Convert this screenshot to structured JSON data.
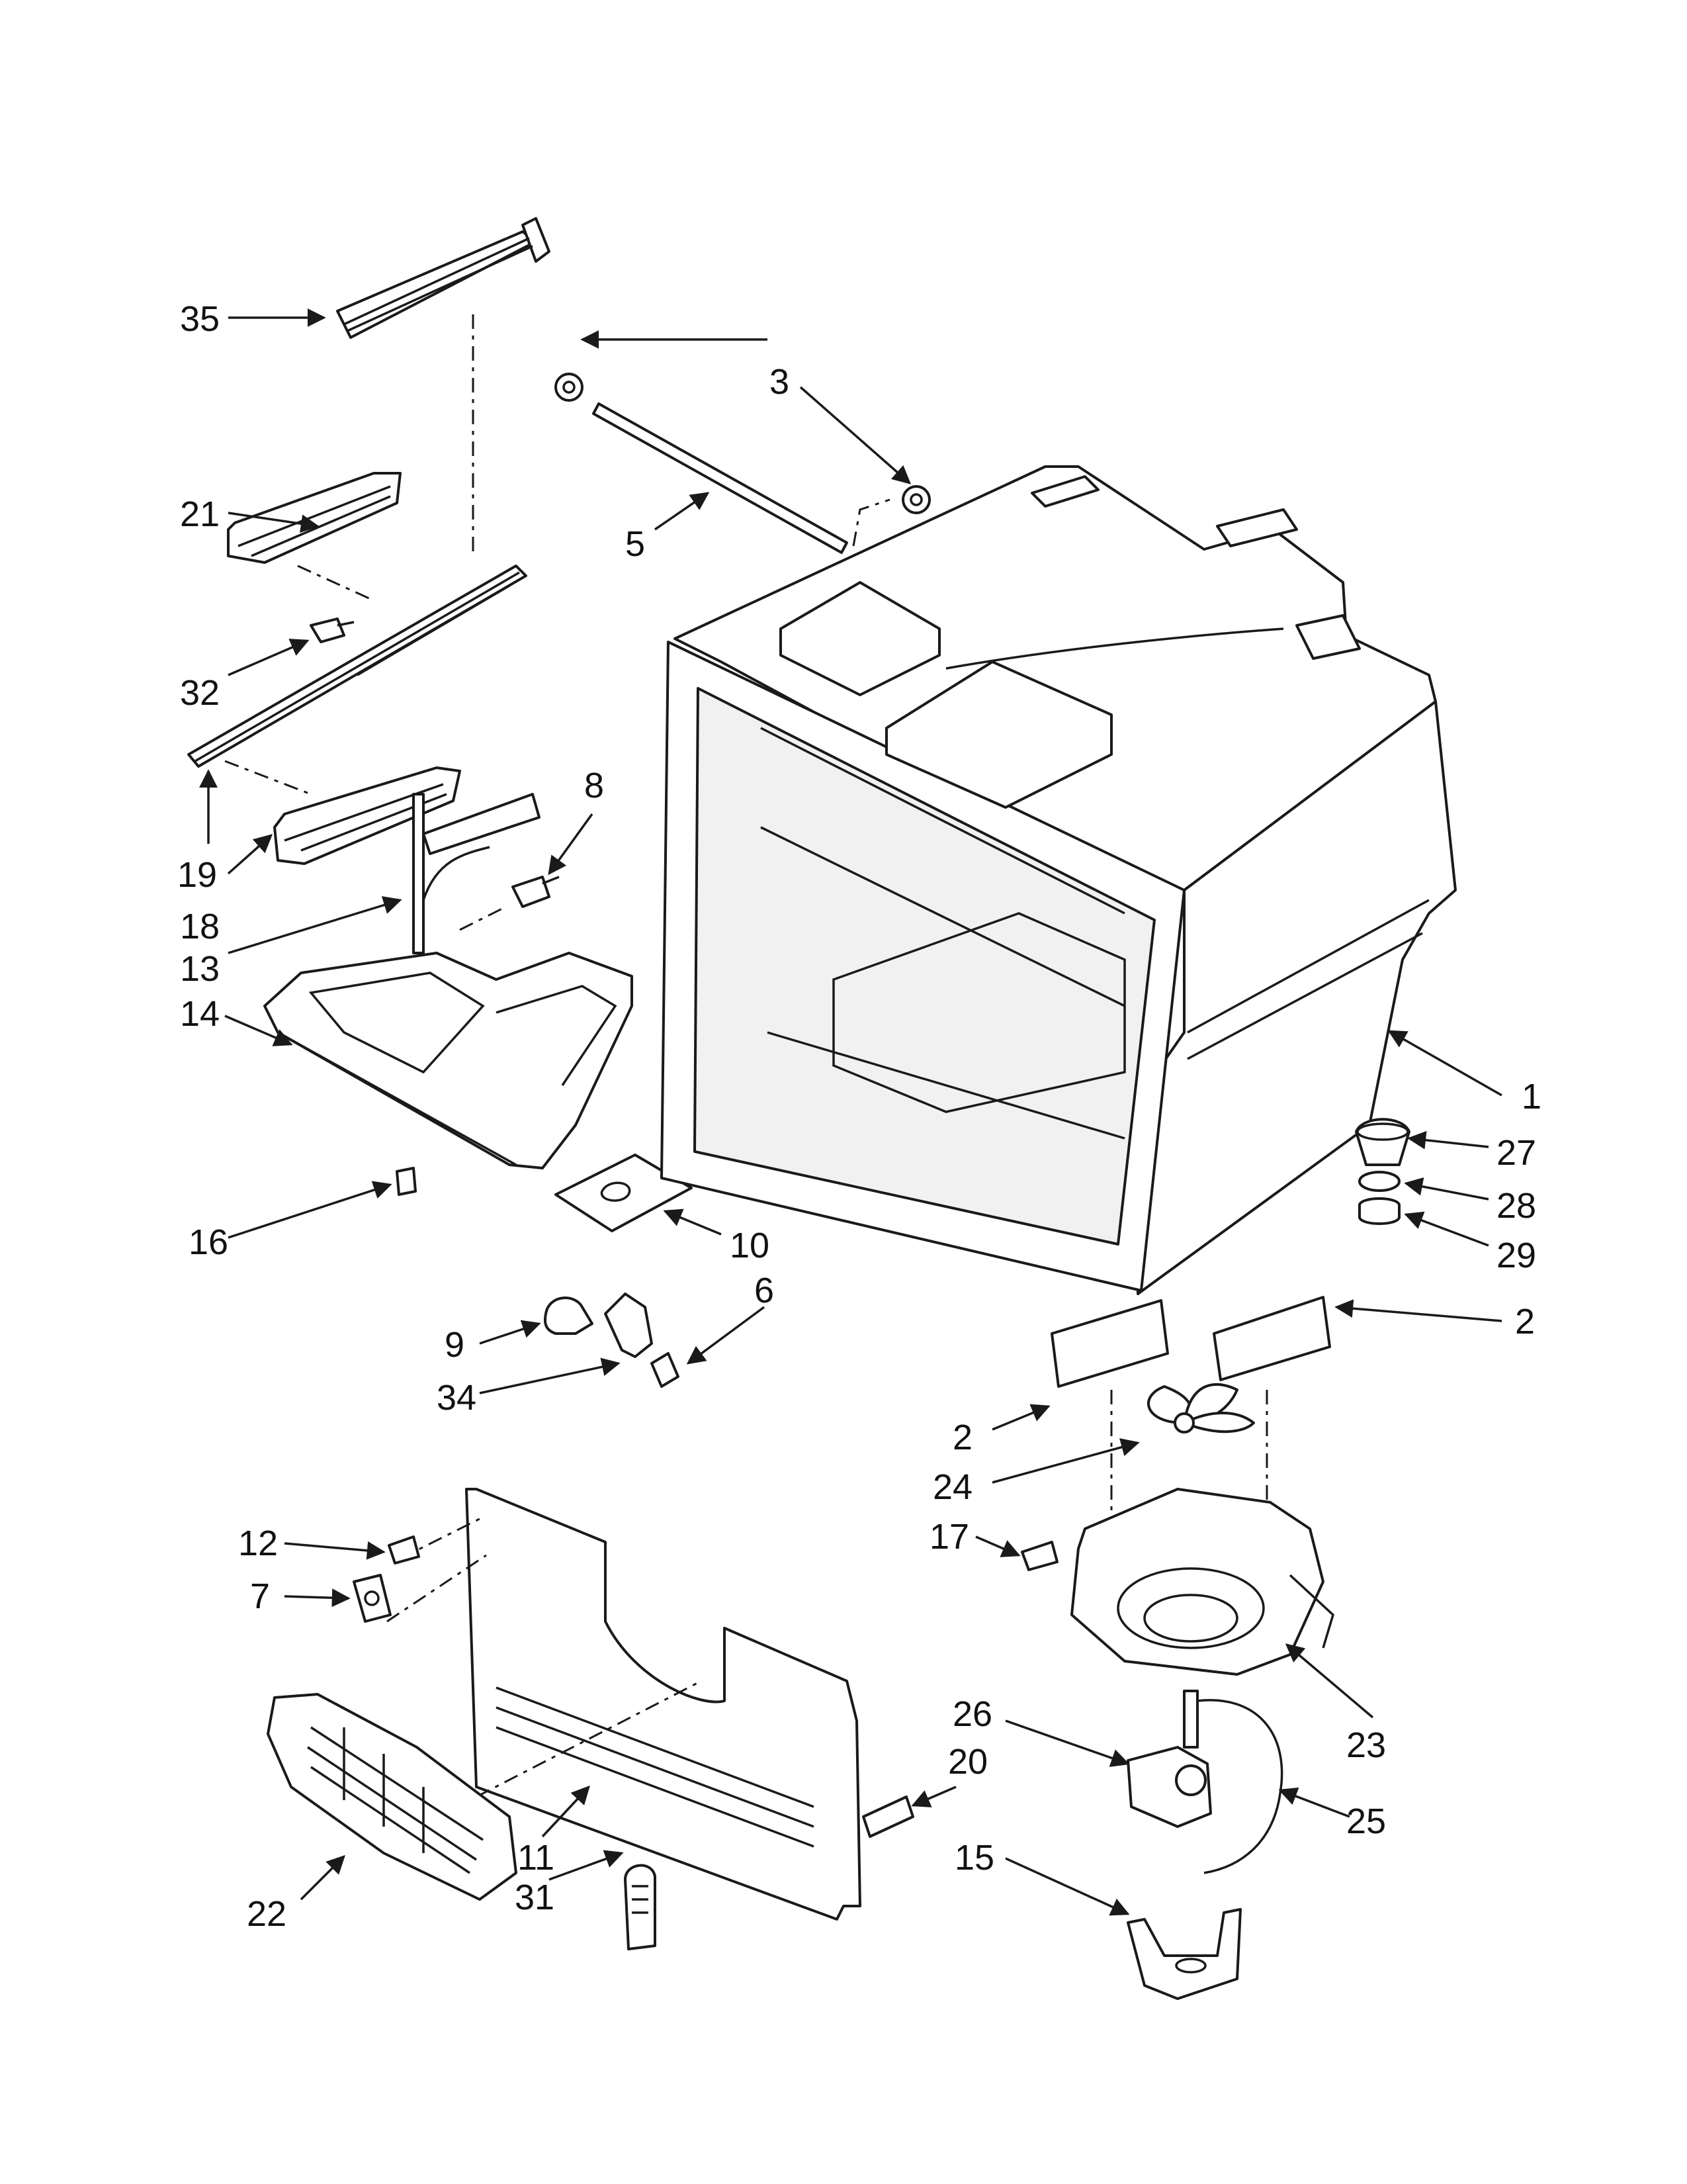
{
  "callouts": [
    {
      "id": "35",
      "label": "35"
    },
    {
      "id": "3",
      "label": "3"
    },
    {
      "id": "21",
      "label": "21"
    },
    {
      "id": "5",
      "label": "5"
    },
    {
      "id": "32",
      "label": "32"
    },
    {
      "id": "8",
      "label": "8"
    },
    {
      "id": "19",
      "label": "19"
    },
    {
      "id": "18",
      "label": "18"
    },
    {
      "id": "13",
      "label": "13"
    },
    {
      "id": "14",
      "label": "14"
    },
    {
      "id": "1",
      "label": "1"
    },
    {
      "id": "27",
      "label": "27"
    },
    {
      "id": "28",
      "label": "28"
    },
    {
      "id": "29",
      "label": "29"
    },
    {
      "id": "16",
      "label": "16"
    },
    {
      "id": "10",
      "label": "10"
    },
    {
      "id": "6",
      "label": "6"
    },
    {
      "id": "9",
      "label": "9"
    },
    {
      "id": "2a",
      "label": "2"
    },
    {
      "id": "34",
      "label": "34"
    },
    {
      "id": "2b",
      "label": "2"
    },
    {
      "id": "24",
      "label": "24"
    },
    {
      "id": "12",
      "label": "12"
    },
    {
      "id": "17",
      "label": "17"
    },
    {
      "id": "7",
      "label": "7"
    },
    {
      "id": "26",
      "label": "26"
    },
    {
      "id": "23",
      "label": "23"
    },
    {
      "id": "20",
      "label": "20"
    },
    {
      "id": "25",
      "label": "25"
    },
    {
      "id": "11",
      "label": "11"
    },
    {
      "id": "15",
      "label": "15"
    },
    {
      "id": "31",
      "label": "31"
    },
    {
      "id": "22",
      "label": "22"
    }
  ]
}
